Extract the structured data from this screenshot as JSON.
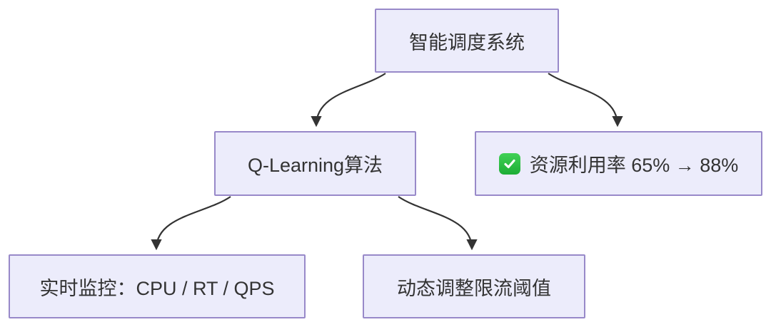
{
  "diagram": {
    "type": "flowchart",
    "background": "#FFFFFF",
    "nodes": {
      "root": {
        "label": "智能调度系统"
      },
      "algorithm": {
        "label": "Q-Learning算法"
      },
      "result": {
        "label": "资源利用率 65% → 88%",
        "icon": "check-mark-button-emoji"
      },
      "monitoring": {
        "label": "实时监控：CPU / RT / QPS"
      },
      "adjustment": {
        "label": "动态调整限流阈值"
      }
    },
    "edges": [
      {
        "from": "root",
        "to": "algorithm"
      },
      {
        "from": "root",
        "to": "result"
      },
      {
        "from": "algorithm",
        "to": "monitoring"
      },
      {
        "from": "algorithm",
        "to": "adjustment"
      }
    ],
    "colors": {
      "node_fill": "#ECECFB",
      "node_border": "#9889C9",
      "arrow": "#333333",
      "text": "#333333",
      "check_green": "#23B33A"
    }
  }
}
